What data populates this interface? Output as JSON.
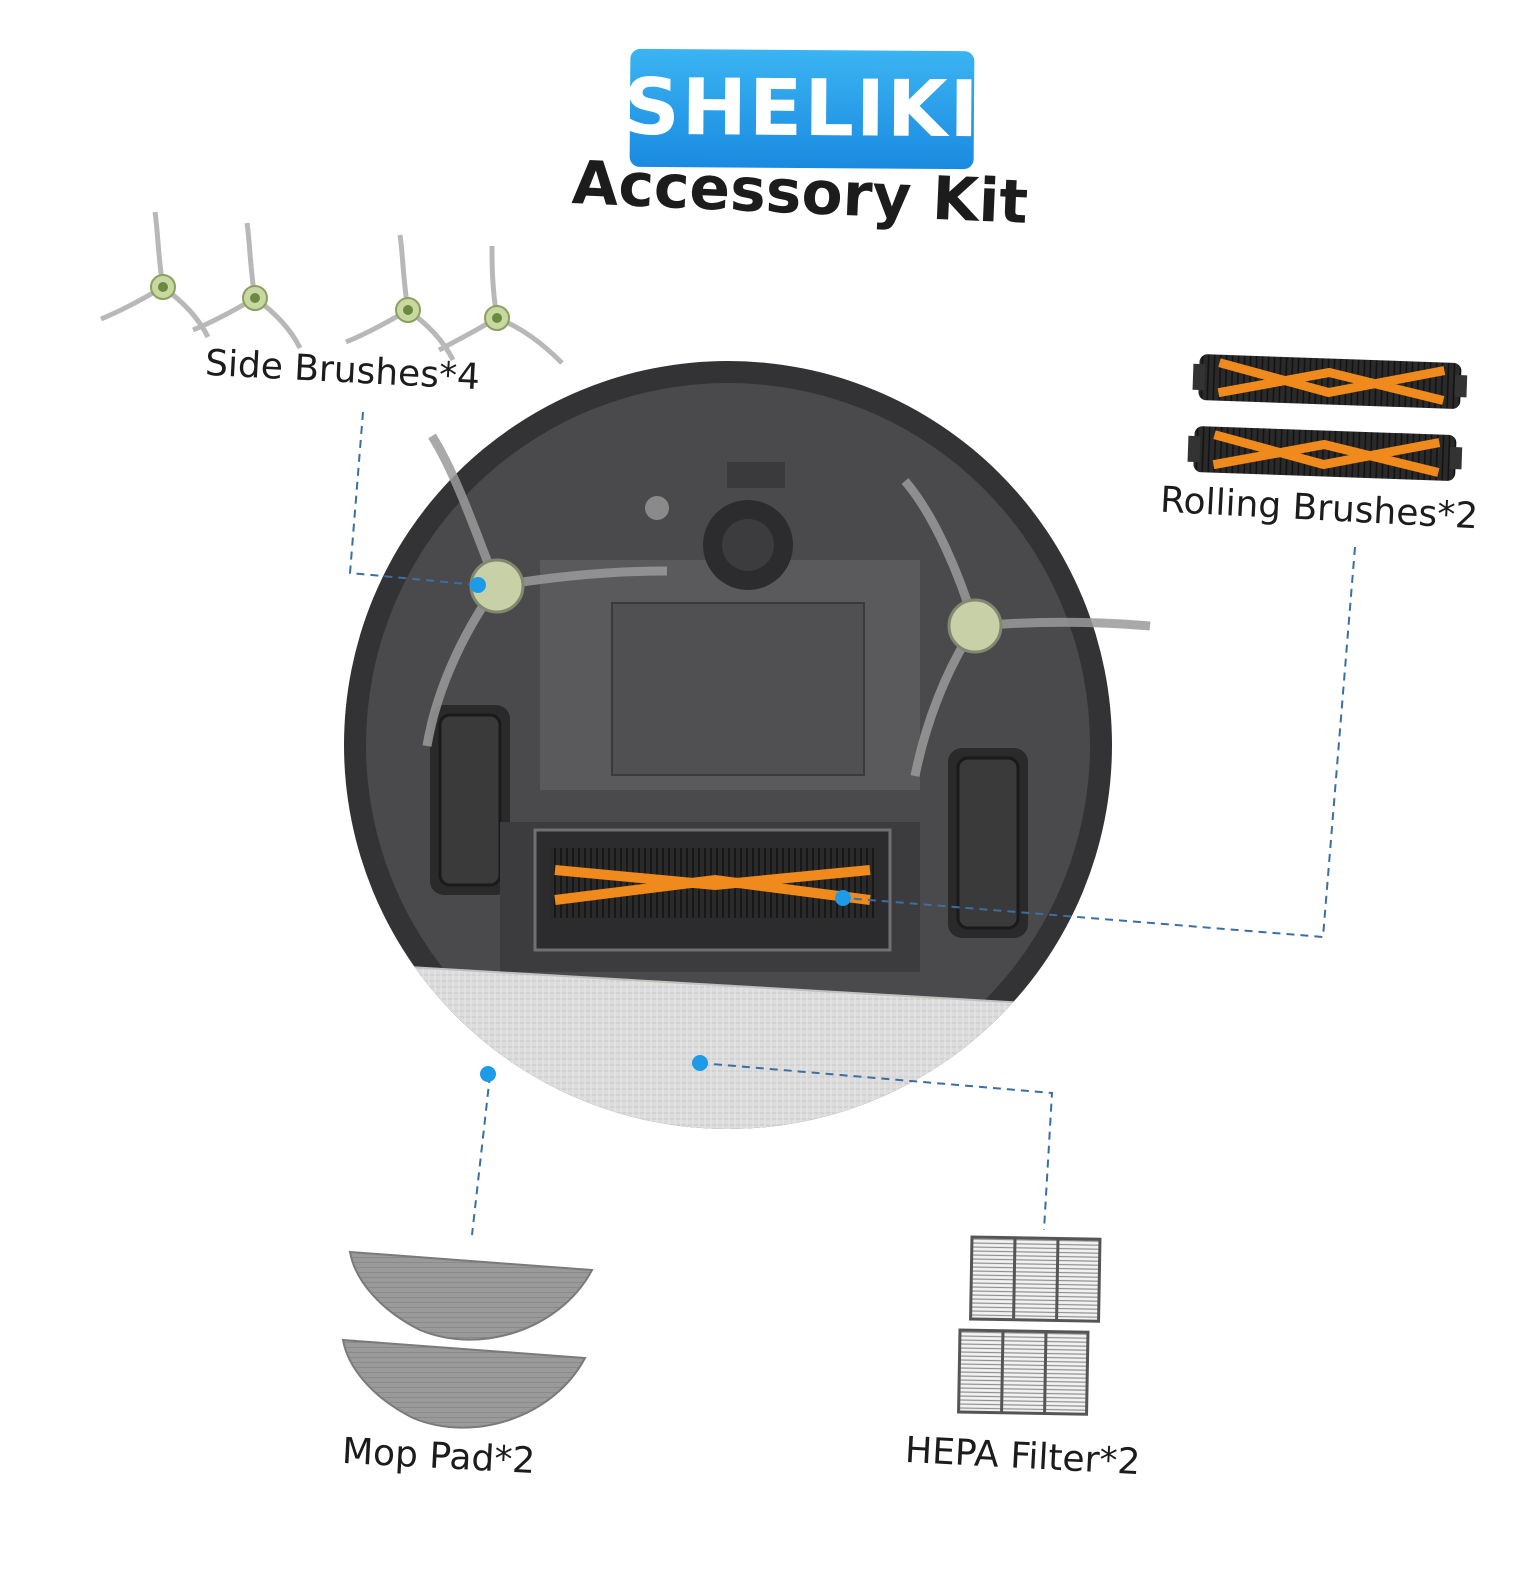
{
  "brand": {
    "name": "SHELIKI"
  },
  "title": "Accessory Kit",
  "accessories": [
    {
      "id": "side",
      "label": "Side Brushes*4"
    },
    {
      "id": "rolling",
      "label": "Rolling Brushes*2"
    },
    {
      "id": "mop",
      "label": "Mop Pad*2"
    },
    {
      "id": "hepa",
      "label": "HEPA Filter*2"
    }
  ],
  "colors": {
    "brand_blue": "#1a8ae0",
    "robot_dark": "#3a3a3c",
    "brush_orange": "#f08a1c",
    "callout_line": "#3a6fa0",
    "callout_dot": "#1e9be8"
  }
}
